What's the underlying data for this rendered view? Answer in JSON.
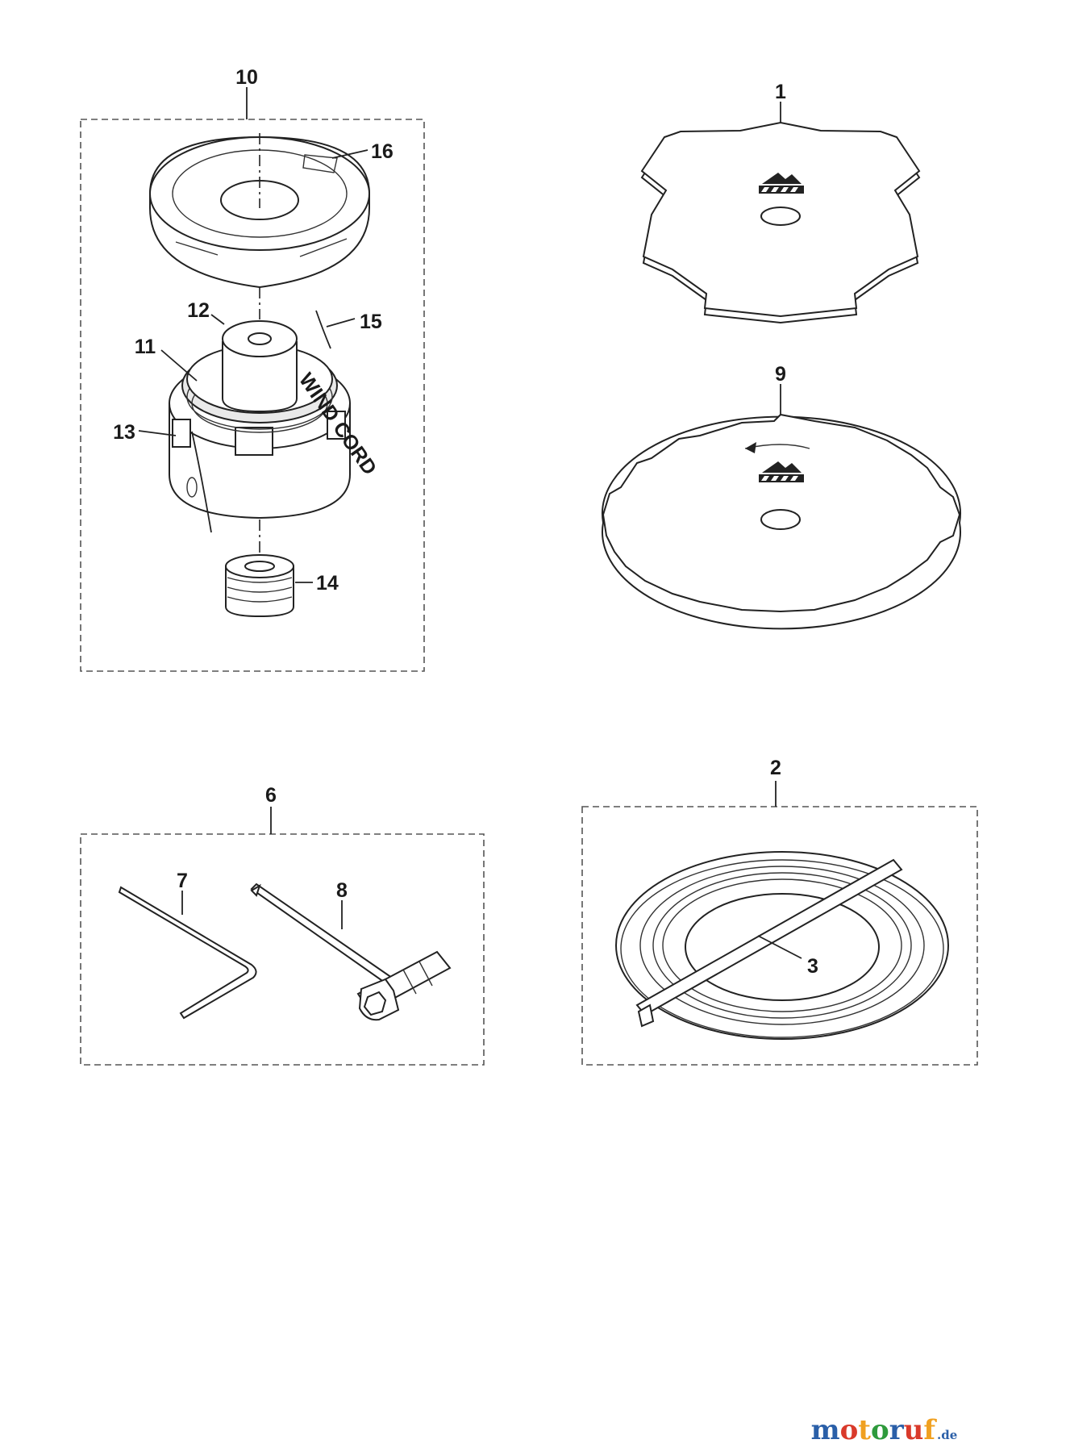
{
  "labels": {
    "l1": "1",
    "l2": "2",
    "l3": "3",
    "l6": "6",
    "l7": "7",
    "l8": "8",
    "l9": "9",
    "l10": "10",
    "l11": "11",
    "l12": "12",
    "l13": "13",
    "l14": "14",
    "l15": "15",
    "l16": "16"
  },
  "spool_text": "WIND CORD",
  "watermark": {
    "brand": [
      "m",
      "o",
      "t",
      "o",
      "r",
      "u",
      "f"
    ],
    "brand_colors": [
      "#2a5fa8",
      "#d93a2b",
      "#f0a020",
      "#2e9a3c",
      "#2a5fa8",
      "#d93a2b",
      "#f0a020"
    ],
    "suffix": ".de"
  }
}
